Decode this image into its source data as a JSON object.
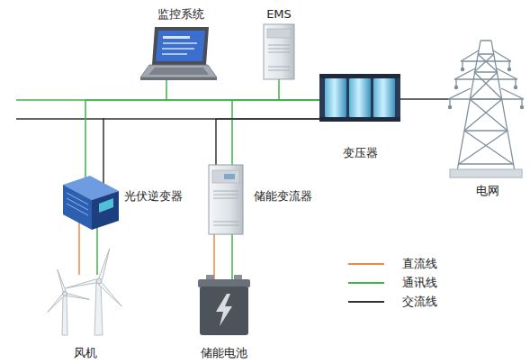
{
  "diagram": {
    "nodes": [
      {
        "text": [
          "监控系统"
        ]
      },
      {
        "text": [
          "EMS"
        ]
      },
      {
        "text": [
          "变压器"
        ]
      },
      {
        "text": [
          "电网"
        ]
      },
      {
        "text": [
          "光伏逆变器"
        ]
      },
      {
        "text": [
          "储能变流器"
        ]
      },
      {
        "text": [
          "风机"
        ]
      },
      {
        "text": [
          "储能电池"
        ]
      }
    ],
    "edges": [
      {
        "from": 0,
        "to": 2,
        "arrow": "none"
      },
      {
        "from": 1,
        "to": 2,
        "arrow": "none"
      },
      {
        "from": 4,
        "to": 2,
        "arrow": "none"
      },
      {
        "from": 4,
        "to": 2,
        "arrow": "none"
      },
      {
        "from": 5,
        "to": 2,
        "arrow": "none"
      },
      {
        "from": 5,
        "to": 2,
        "arrow": "none"
      },
      {
        "from": 2,
        "to": 3,
        "arrow": "none"
      },
      {
        "from": 6,
        "to": 4,
        "arrow": "none"
      },
      {
        "from": 6,
        "to": 4,
        "arrow": "none"
      },
      {
        "from": 7,
        "to": 5,
        "arrow": "none"
      },
      {
        "from": 7,
        "to": 5,
        "arrow": "none"
      }
    ],
    "legend": [
      {
        "text": "直流线",
        "color": "#f0883e"
      },
      {
        "text": "通讯线",
        "color": "#3cb44a"
      },
      {
        "text": "交流线",
        "color": "#333333"
      }
    ]
  }
}
